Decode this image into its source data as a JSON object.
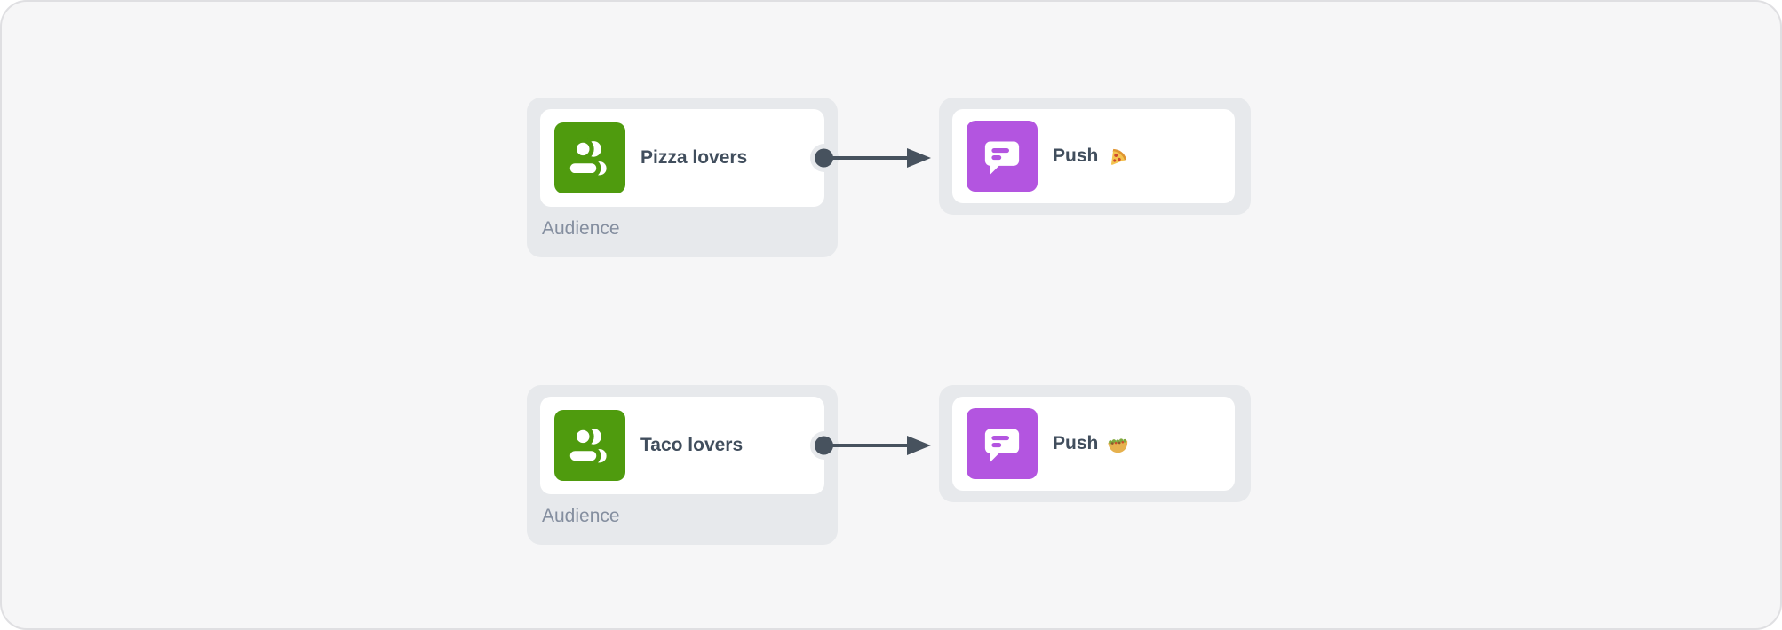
{
  "canvas": {
    "background": "#f6f6f7",
    "border_color": "#dfdfe2"
  },
  "colors": {
    "node_container": "#e7e9ec",
    "node_card": "#ffffff",
    "audience_icon_bg": "#4f9b0e",
    "action_icon_bg": "#b355e0",
    "edge_and_dot": "#47525e",
    "port_ring": "#a952e3",
    "title_text": "#414e5d",
    "type_label_text": "#848e9f"
  },
  "flows": [
    {
      "source": {
        "title": "Pizza lovers",
        "type_label": "Audience",
        "icon": "people-icon"
      },
      "target": {
        "title": "Push 🍕",
        "label": "Push",
        "emoji": "🍕",
        "emoji_name": "pizza-emoji",
        "icon": "chat-bubble-icon"
      }
    },
    {
      "source": {
        "title": "Taco lovers",
        "type_label": "Audience",
        "icon": "people-icon"
      },
      "target": {
        "title": "Push 🌮",
        "label": "Push",
        "emoji": "🌮",
        "emoji_name": "taco-emoji",
        "icon": "chat-bubble-icon"
      }
    }
  ]
}
